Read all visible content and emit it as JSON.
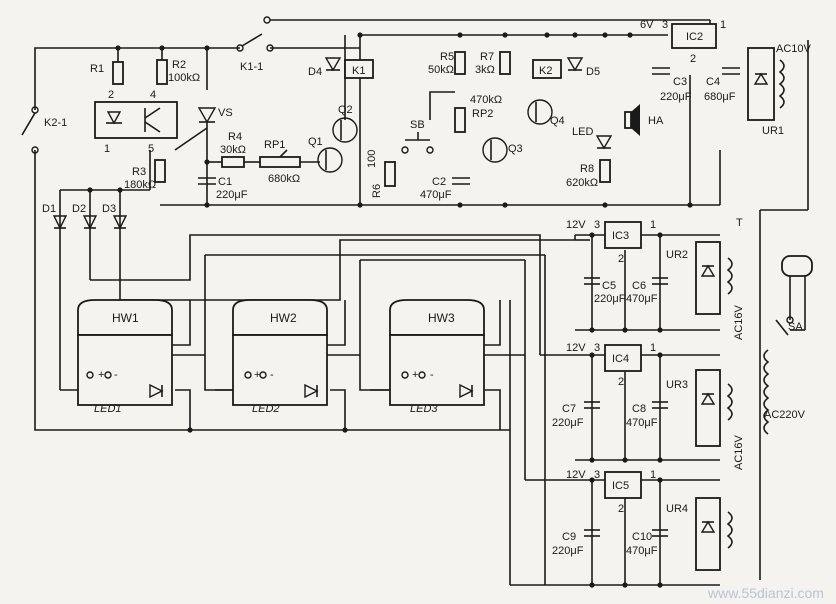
{
  "relays": {
    "k1": "K1",
    "k1_contact": "K1-1",
    "k2": "K2",
    "k2_contact": "K2-1"
  },
  "resistors": {
    "r1": "R1",
    "r2": "R2",
    "r2_val": "100kΩ",
    "r3": "R3",
    "r3_val": "180kΩ",
    "r4": "R4",
    "r4_val": "30kΩ",
    "rp1": "RP1",
    "rp1_val": "680kΩ",
    "r5": "R5",
    "r5_val": "50kΩ",
    "r6": "R6",
    "r6_val": "100",
    "r7": "R7",
    "r7_val": "3kΩ",
    "rp2": "RP2",
    "rp2_val": "470kΩ",
    "r8": "R8",
    "r8_val": "620kΩ"
  },
  "transistors": {
    "q1": "Q1",
    "q2": "Q2",
    "q3": "Q3",
    "q4": "Q4"
  },
  "diodes": {
    "d1": "D1",
    "d2": "D2",
    "d3": "D3",
    "d4": "D4",
    "d5": "D5"
  },
  "misc": {
    "vs": "VS",
    "sb": "SB",
    "led": "LED",
    "ha": "HA",
    "sa": "SA",
    "t": "T"
  },
  "pins": {
    "p1": "1",
    "p2": "2",
    "p4": "4",
    "p5": "5"
  },
  "caps": {
    "c1": "C1",
    "c1_val": "220μF",
    "c2": "C2",
    "c2_val": "470μF",
    "c3": "C3",
    "c3_val": "220μF",
    "c4": "C4",
    "c4_val": "680μF",
    "c5": "C5",
    "c5_val": "220μF",
    "c6": "C6",
    "c6_val": "470μF",
    "c7": "C7",
    "c7_val": "220μF",
    "c8": "C8",
    "c8_val": "470μF",
    "c9": "C9",
    "c9_val": "220μF",
    "c10": "C10",
    "c10_val": "470μF"
  },
  "supplies": {
    "ic2": "IC2",
    "ic2_volt": "6V",
    "ic3": "IC3",
    "ic4": "IC4",
    "ic5": "IC5",
    "v12": "12V",
    "pin3": "3",
    "pin2": "2",
    "pin1": "1",
    "ur1": "UR1",
    "ur2": "UR2",
    "ur3": "UR3",
    "ur4": "UR4",
    "ac10": "AC10V",
    "ac16": "AC16V",
    "ac220": "AC220V"
  },
  "sensors": [
    {
      "name": "HW1",
      "led": "LED1"
    },
    {
      "name": "HW2",
      "led": "LED2"
    },
    {
      "name": "HW3",
      "led": "LED3"
    }
  ],
  "terminals": {
    "plus": "+",
    "minus": "-",
    "circle": "○"
  },
  "watermark": "www.55dianzi.com"
}
